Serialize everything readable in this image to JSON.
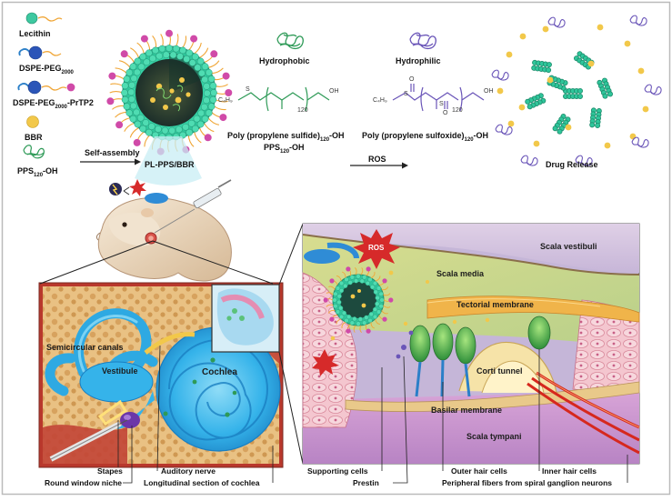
{
  "legend": {
    "lecithin": "Lecithin",
    "dspe_peg_main": "DSPE-PEG",
    "dspe_peg_sub": "2000",
    "dspe_peg_prtp2_main": "DSPE-PEG",
    "dspe_peg_prtp2_sub": "2000",
    "dspe_peg_prtp2_suffix": "-PrTP2",
    "bbr": "BBR",
    "pps_oh_main": "PPS",
    "pps_oh_sub": "120",
    "pps_oh_suffix": "-OH"
  },
  "top": {
    "self_assembly": "Self-assembly",
    "nanoparticle": "PL-PPS/BBR",
    "hydrophobic": "Hydrophobic",
    "hydrophilic": "Hydrophilic",
    "pps_name_main": "Poly (propylene sulfide)",
    "pps_name_sub": "120",
    "pps_name_suffix": "-OH",
    "pps_short_main": "PPS",
    "pps_short_sub": "120",
    "pps_short_suffix": "-OH",
    "ppso_name_main": "Poly (propylene sulfoxide)",
    "ppso_name_sub": "120",
    "ppso_name_suffix": "-OH",
    "ros": "ROS",
    "drug_release": "Drug Release",
    "chem_c4h9_left": "C₄H₉",
    "chem_s_left": "S",
    "chem_n_left": "120",
    "chem_oh_left": "OH",
    "chem_c4h9_right": "C₄H₉",
    "chem_s_right1": "S",
    "chem_s_right2": "S",
    "chem_o_right1": "O",
    "chem_o_right2": "O",
    "chem_n_right": "120",
    "chem_oh_right": "OH"
  },
  "ear": {
    "semicircular": "Semicircular canals",
    "vestibule": "Vestibule",
    "cochlea": "Cochlea",
    "stapes": "Stapes",
    "round_window": "Round window niche",
    "auditory_nerve": "Auditory nerve",
    "longitudinal": "Longitudinal section of cochlea"
  },
  "cochlea": {
    "scala_vestibuli": "Scala vestibuli",
    "scala_media": "Scala media",
    "tectorial": "Tectorial membrane",
    "corti": "Corti tunnel",
    "basilar": "Basilar membrane",
    "scala_tympani": "Scala tympani",
    "supporting": "Supporting cells",
    "prestin": "Prestin",
    "outer_hair": "Outer hair cells",
    "inner_hair": "Inner hair cells",
    "peripheral": "Peripheral fibers from spiral ganglion neurons",
    "ros_badge": "ROS"
  },
  "colors": {
    "lecithin_head": "#3ec8a0",
    "peg": "#f0a637",
    "prtp2": "#d04aa8",
    "bbr": "#f2c84a",
    "pps_green": "#2e9a57",
    "ppso_purple": "#6a55b8",
    "cochlea_blue": "#29a9e4",
    "scala_tympani": "#cf97d2",
    "scala_vestibuli": "#c6b7d9",
    "bone": "#e7bd7c",
    "soft_tissue": "#b9382c"
  }
}
